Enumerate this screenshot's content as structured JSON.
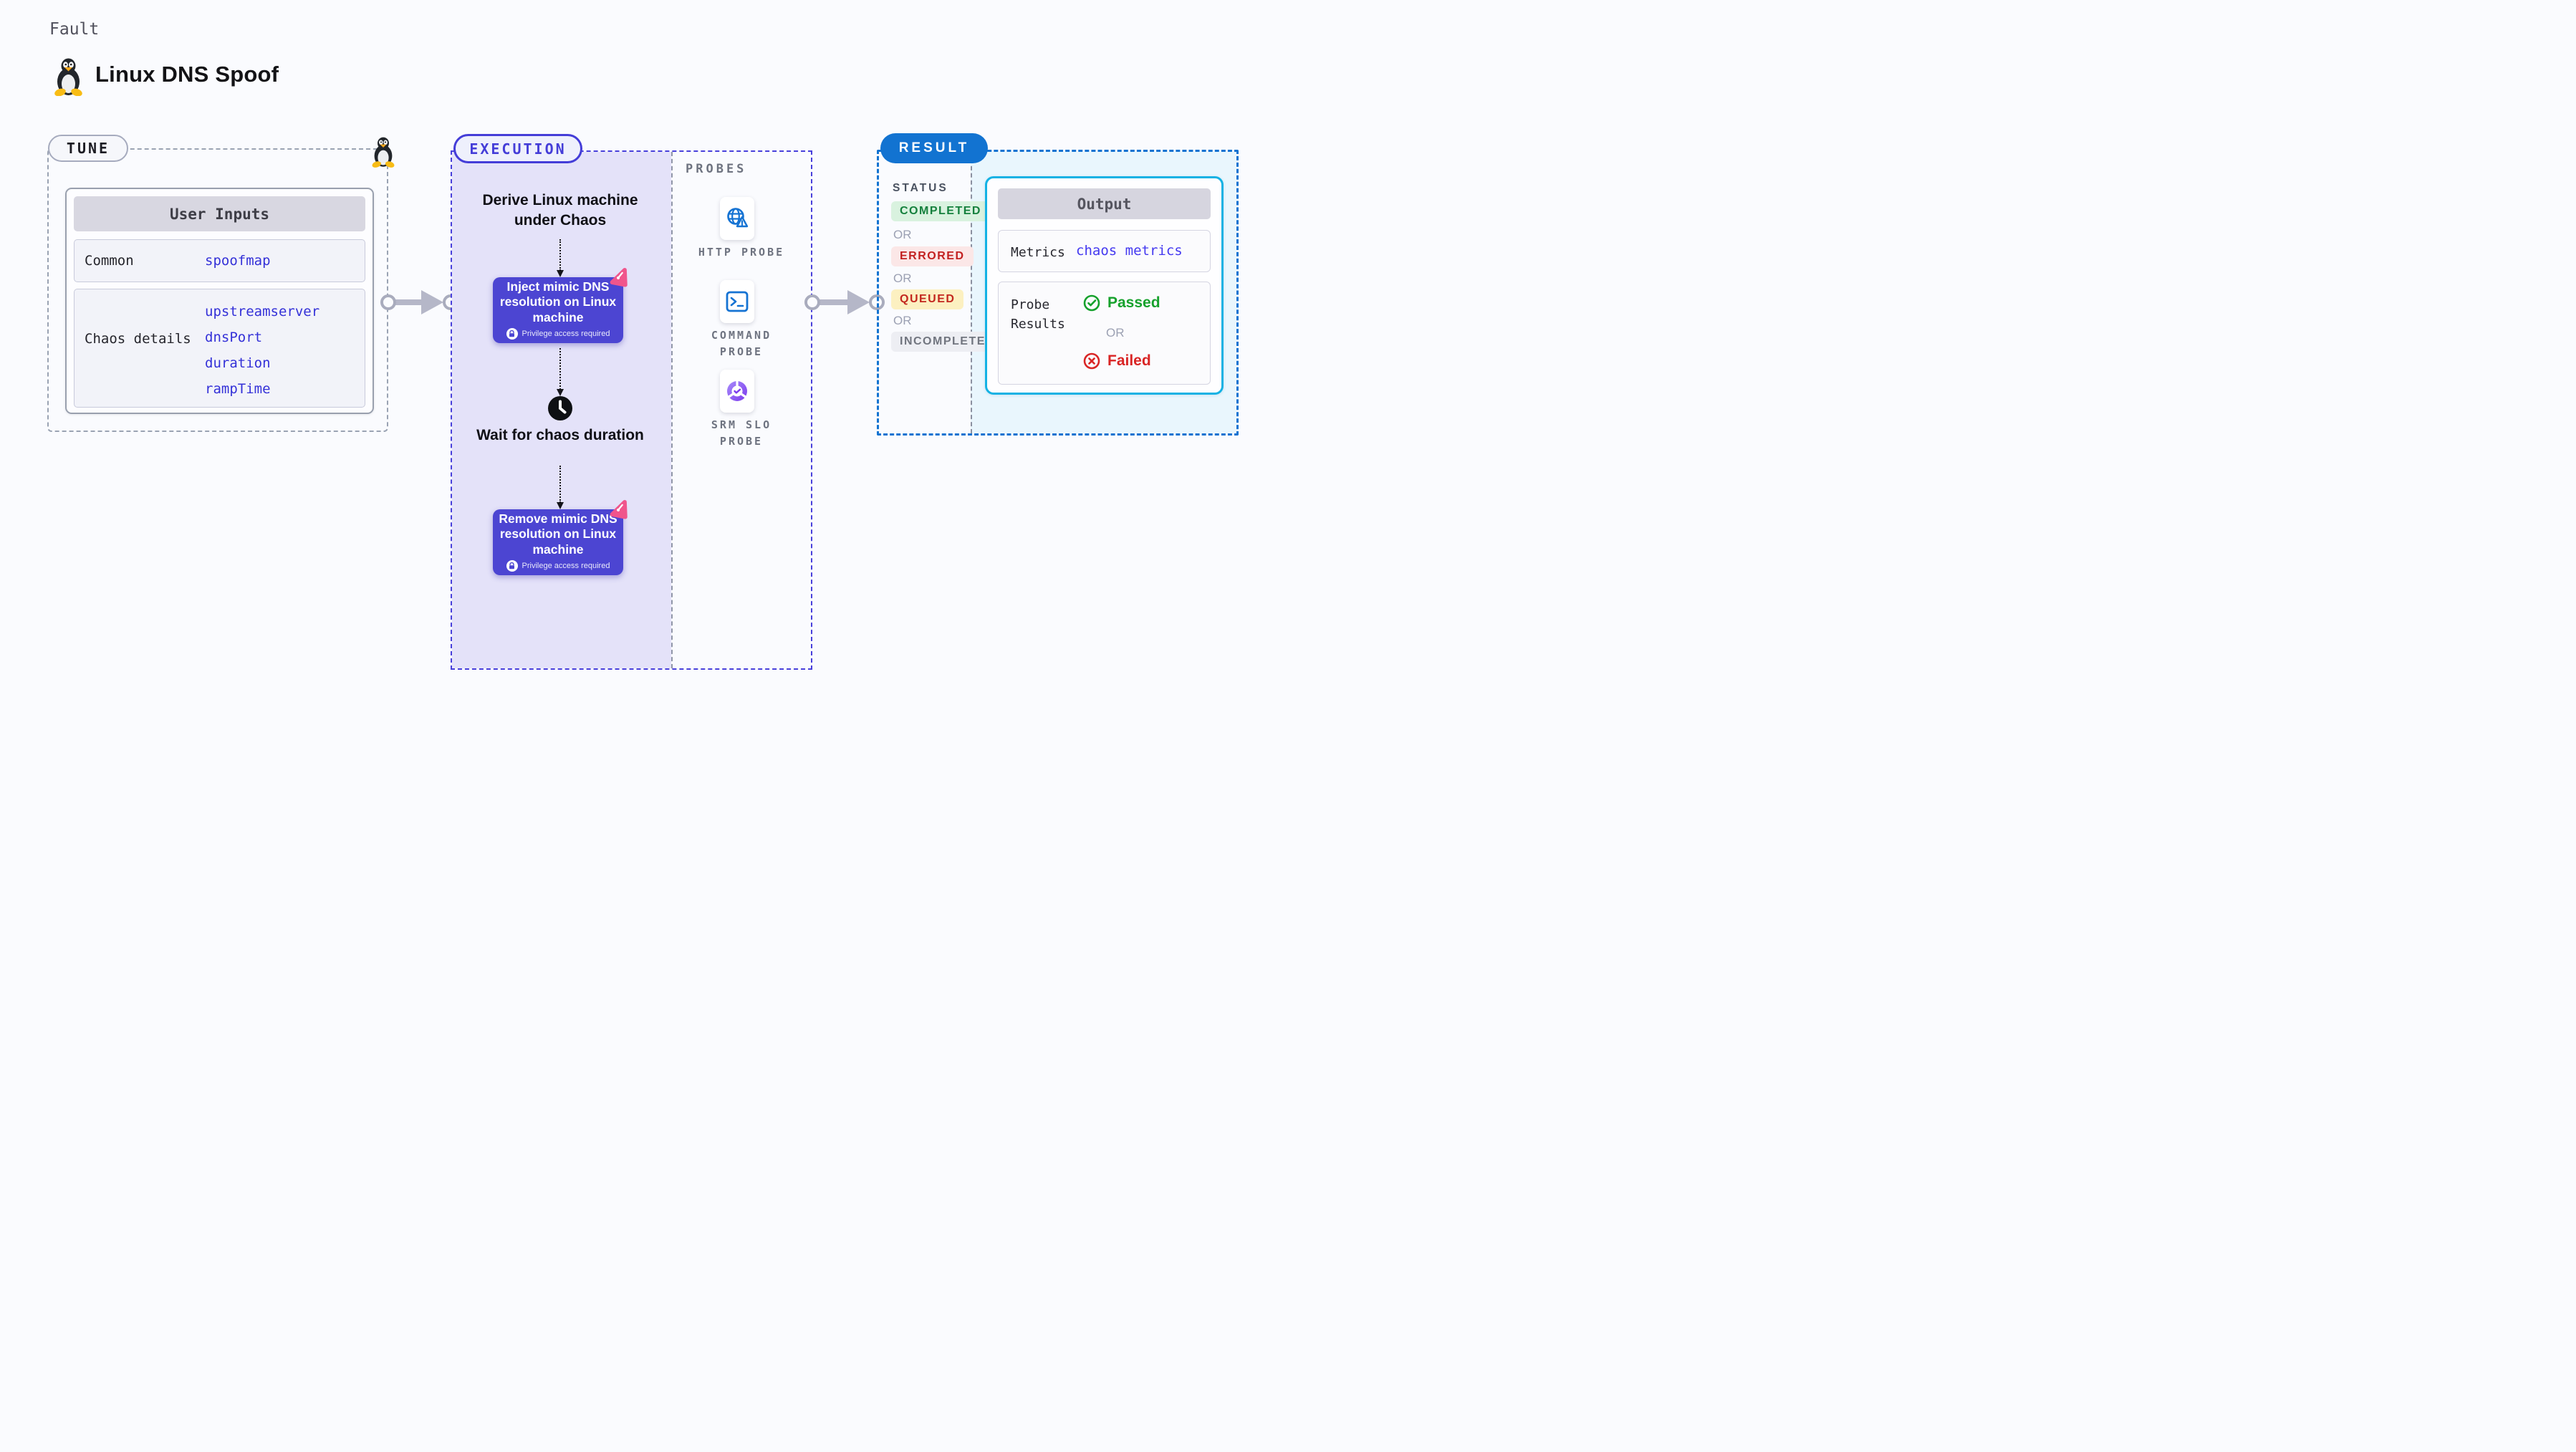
{
  "page": {
    "kicker": "Fault",
    "title": "Linux DNS Spoof"
  },
  "tune": {
    "label": "TUNE",
    "card_title": "User Inputs",
    "rows": [
      {
        "label": "Common",
        "values": [
          "spoofmap"
        ]
      },
      {
        "label": "Chaos details",
        "values": [
          "upstreamserver",
          "dnsPort",
          "duration",
          "rampTime"
        ]
      }
    ]
  },
  "execution": {
    "label": "EXECUTION",
    "derive_text": "Derive Linux machine under Chaos",
    "inject_title": "Inject mimic DNS resolution on Linux machine",
    "inject_note": "Privilege access required",
    "wait_text": "Wait for chaos duration",
    "remove_title": "Remove mimic DNS resolution on Linux machine",
    "remove_note": "Privilege access required"
  },
  "probes": {
    "label": "PROBES",
    "items": [
      {
        "name": "HTTP PROBE",
        "icon": "globe-alert-icon"
      },
      {
        "name": "COMMAND PROBE",
        "icon": "terminal-icon"
      },
      {
        "name": "SRM SLO PROBE",
        "icon": "slo-donut-icon"
      }
    ]
  },
  "result": {
    "label": "RESULT",
    "status_title": "STATUS",
    "or_label": "OR",
    "statuses": [
      {
        "label": "COMPLETED",
        "text_color": "#15803D",
        "bg_color": "#D9F2DF"
      },
      {
        "label": "ERRORED",
        "text_color": "#C22121",
        "bg_color": "#FBE7E7"
      },
      {
        "label": "QUEUED",
        "text_color": "#C3271E",
        "bg_color": "#FCF0C1"
      },
      {
        "label": "INCOMPLETED",
        "text_color": "#71757F",
        "bg_color": "#EDEEF3"
      }
    ],
    "output": {
      "title": "Output",
      "metrics_label": "Metrics",
      "metrics_value": "chaos metrics",
      "probe_results_label": "Probe Results",
      "passed_label": "Passed",
      "failed_label": "Failed",
      "or_label": "OR"
    }
  },
  "colors": {
    "background": "#FAFBFE",
    "tune_border": "#9AA3B3",
    "execution_accent": "#443DD8",
    "execution_panel": "#E4E2F9",
    "node_indigo": "#4C45D2",
    "litmus_pink": "#F0558C",
    "probe_icon_blue": "#1573D3",
    "result_accent": "#1273D1",
    "output_border": "#13B2E4",
    "passed_green": "#16A12C",
    "failed_red": "#D92525",
    "link_blue": "#3431D8"
  }
}
